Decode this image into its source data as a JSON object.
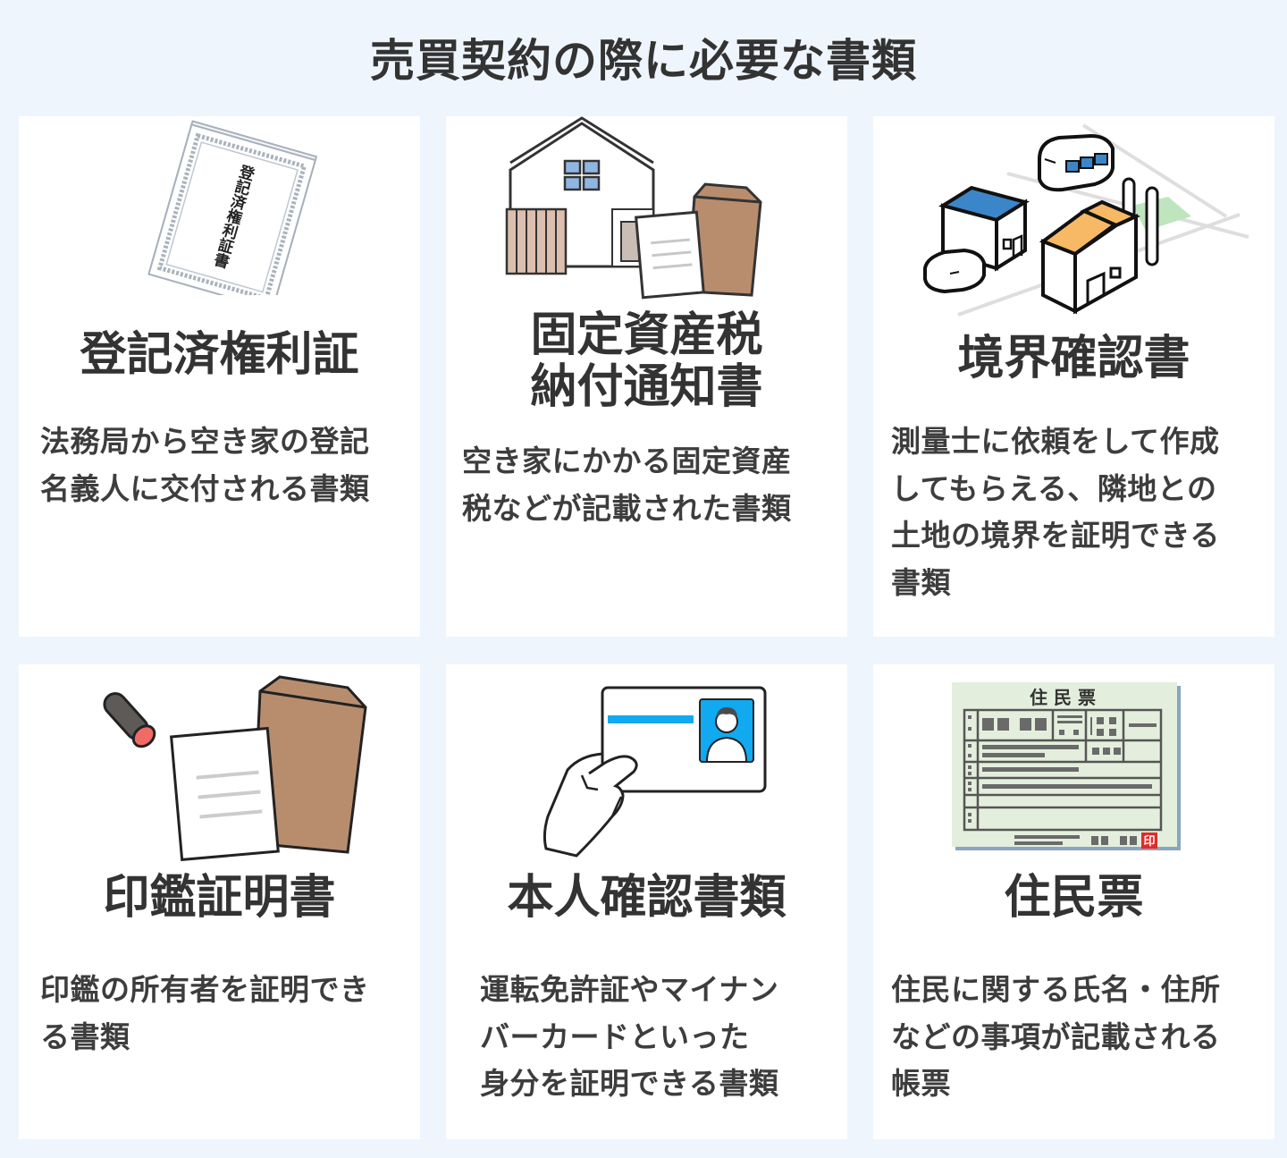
{
  "page": {
    "title": "売買契約の際に必要な書類",
    "background_color": "#eef5fd",
    "card_color": "#ffffff",
    "text_color": "#333333"
  },
  "cards": [
    {
      "title": "登記済権利証",
      "description": "法務局から空き家の登記\n名義人に交付される書類",
      "illustration": "certificate-icon",
      "illustration_text": "登記済権利証書"
    },
    {
      "title": "固定資産税\n納付通知書",
      "description": "空き家にかかる固定資産\n税などが記載された書類",
      "illustration": "house-with-documents-icon"
    },
    {
      "title": "境界確認書",
      "description": "測量士に依頼をして作成\nしてもらえる、隣地との\n土地の境界を証明できる\n書類",
      "illustration": "buildings-map-icon"
    },
    {
      "title": "印鑑証明書",
      "description": "印鑑の所有者を証明でき\nる書類",
      "illustration": "seal-and-documents-icon"
    },
    {
      "title": "本人確認書類",
      "description": "運転免許証やマイナン\nバーカードといった\n身分を証明できる書類",
      "illustration": "id-card-in-hand-icon"
    },
    {
      "title": "住民票",
      "description": "住民に関する氏名・住所\nなどの事項が記載される\n帳票",
      "illustration": "resident-record-icon",
      "illustration_text": "住 民 票",
      "stamp_text": "印"
    }
  ],
  "colors": {
    "envelope": "#b88d6e",
    "fence": "#dcbfae",
    "window_blue": "#8fb6e3",
    "roof_blue": "#3b86c8",
    "roof_orange": "#f7b965",
    "park_green": "#bfe5bf",
    "id_blue": "#11a9f0",
    "seal_red": "#f06a66",
    "seal_body": "#5e5a58",
    "record_bg": "#e4eedd",
    "stamp_red": "#e02b2b"
  }
}
